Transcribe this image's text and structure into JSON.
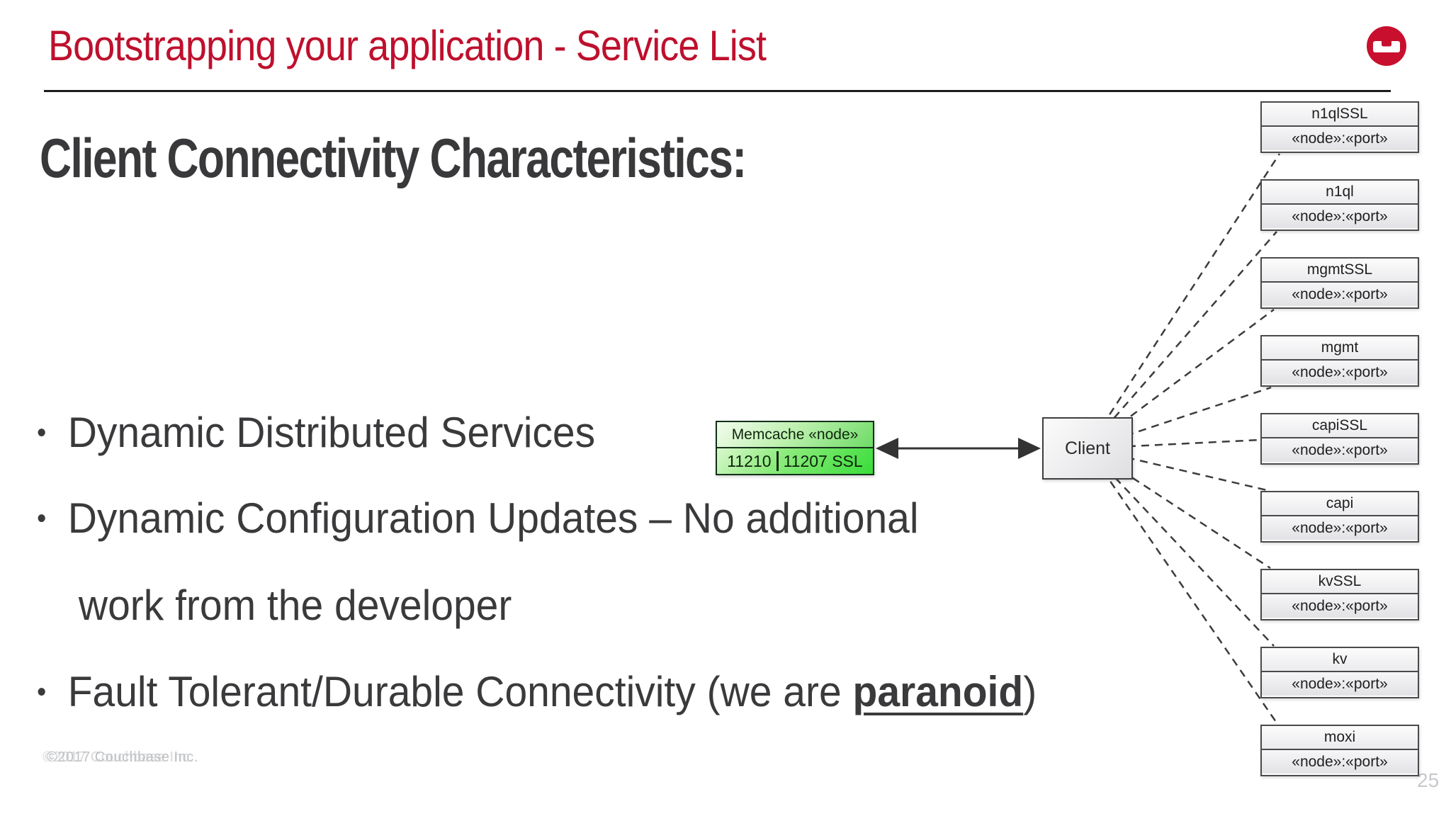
{
  "slide": {
    "title": "Bootstrapping your application - Service List",
    "heading": "Client Connectivity Characteristics:",
    "bullets": [
      {
        "text": "Dynamic Distributed Services"
      },
      {
        "text": "Dynamic Configuration Updates – No additional",
        "text2": "work from the developer"
      },
      {
        "prefix": "Fault Tolerant/Durable Connectivity (we are ",
        "emphasis": "paranoid",
        "suffix": ")"
      }
    ],
    "footer": "©2017 Couchbase Inc.",
    "page_number": "25"
  },
  "diagram": {
    "memcache_node": {
      "title": "Memcache «node»",
      "port_left": "11210",
      "port_right": "11207 SSL"
    },
    "client_label": "Client",
    "services": [
      {
        "name": "n1qlSSL",
        "endpoint": "«node»:«port»"
      },
      {
        "name": "n1ql",
        "endpoint": "«node»:«port»"
      },
      {
        "name": "mgmtSSL",
        "endpoint": "«node»:«port»"
      },
      {
        "name": "mgmt",
        "endpoint": "«node»:«port»"
      },
      {
        "name": "capiSSL",
        "endpoint": "«node»:«port»"
      },
      {
        "name": "capi",
        "endpoint": "«node»:«port»"
      },
      {
        "name": "kvSSL",
        "endpoint": "«node»:«port»"
      },
      {
        "name": "kv",
        "endpoint": "«node»:«port»"
      },
      {
        "name": "moxi",
        "endpoint": "«node»:«port»"
      }
    ]
  },
  "colors": {
    "title_red": "#BE102D",
    "logo_red": "#C8102E",
    "body_text": "#3A3A3C",
    "memcache_green": "#39DD39",
    "footer_gray": "#BFC1C4"
  }
}
